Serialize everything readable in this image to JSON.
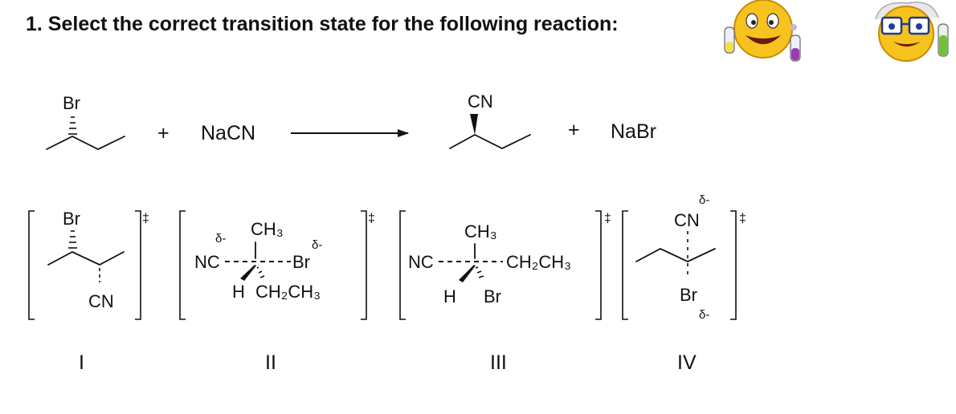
{
  "question": {
    "text": "1. Select the correct transition state for the following reaction:"
  },
  "reaction": {
    "reactant_label": "Br",
    "plus1": "+",
    "reagent": "NaCN",
    "product_label": "CN",
    "plus2": "+",
    "byproduct": "NaBr"
  },
  "options": [
    {
      "numeral": "I",
      "top_label": "Br",
      "bottom_label": "CN",
      "dagger": "‡"
    },
    {
      "numeral": "II",
      "nucleophile": "NC",
      "leaving": "Br",
      "top_group": "CH₃",
      "bottom_h": "H",
      "bottom_group": "CH₂CH₃",
      "delta_left": "δ-",
      "delta_right": "δ-",
      "dagger": "‡"
    },
    {
      "numeral": "III",
      "nucleophile": "NC",
      "top_group": "CH₃",
      "right_group": "CH₂CH₃",
      "bottom_h": "H",
      "bottom_br": "Br",
      "dagger": "‡"
    },
    {
      "numeral": "IV",
      "top_label": "CN",
      "bottom_label": "Br",
      "delta_top": "δ-",
      "delta_bottom": "δ-",
      "dagger": "‡"
    }
  ],
  "decor": {
    "icon_left": "smiley-scientist-test-tubes-icon",
    "icon_right": "smiley-scientist-glasses-icon"
  }
}
